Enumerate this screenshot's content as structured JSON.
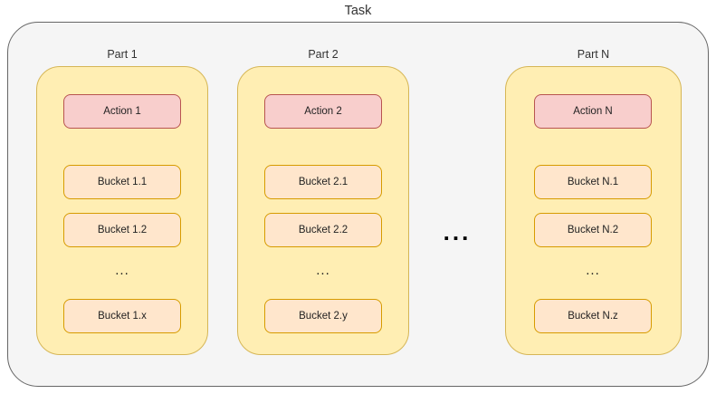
{
  "diagram": {
    "title": "Task",
    "between_parts_ellipsis": "...",
    "colors": {
      "task_fill": "#f5f5f5",
      "task_stroke": "#666666",
      "part_fill": "#ffeeb3",
      "part_stroke": "#d6b656",
      "action_fill": "#f8cecc",
      "action_stroke": "#b85450",
      "bucket_fill": "#ffe6cc",
      "bucket_stroke": "#d79b00",
      "text": "#333333"
    },
    "parts": [
      {
        "title": "Part 1",
        "action": "Action 1",
        "buckets_top": [
          "Bucket 1.1",
          "Bucket 1.2"
        ],
        "ellipsis": "...",
        "bucket_last": "Bucket 1.x"
      },
      {
        "title": "Part 2",
        "action": "Action 2",
        "buckets_top": [
          "Bucket 2.1",
          "Bucket 2.2"
        ],
        "ellipsis": "...",
        "bucket_last": "Bucket 2.y"
      },
      {
        "title": "Part N",
        "action": "Action N",
        "buckets_top": [
          "Bucket N.1",
          "Bucket N.2"
        ],
        "ellipsis": "...",
        "bucket_last": "Bucket N.z"
      }
    ]
  }
}
